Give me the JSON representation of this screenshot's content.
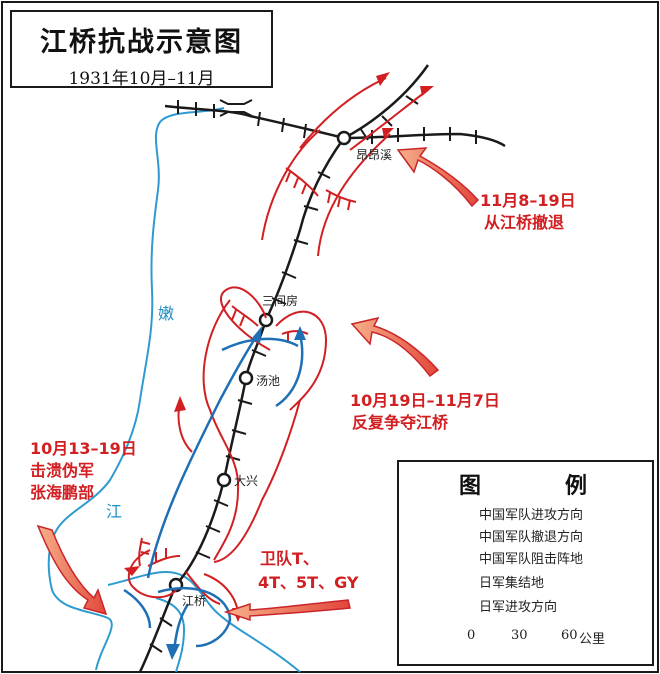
{
  "title": {
    "main": "江桥抗战示意图",
    "subtitle": "1931年10月–11月"
  },
  "places": {
    "angangxi": "昂昂溪",
    "sanjianfang": "三间房",
    "tangchi": "汤池",
    "daxing": "大兴",
    "jiangqiao": "江桥"
  },
  "river": {
    "name_part1": "嫩",
    "name_part2": "江"
  },
  "annotations": {
    "retreat_date": "11月8–19日",
    "retreat_text": "从江桥撤退",
    "contest_date": "10月19日–11月7日",
    "contest_text": "反复争夺江桥",
    "rout_date": "10月13–19日",
    "rout_line1": "击溃伪军",
    "rout_line2": "张海鹏部",
    "guard_line1": "卫队T、",
    "guard_line2": "4T、5T、GY"
  },
  "legend": {
    "char1": "图",
    "char2": "例",
    "items": [
      "中国军队进攻方向",
      "中国军队撤退方向",
      "中国军队阻击阵地",
      "日军集结地",
      "日军进攻方向"
    ],
    "scale": {
      "ticks": [
        "0",
        "30",
        "60"
      ],
      "unit": "公里"
    }
  },
  "colors": {
    "chinese": "#d21f22",
    "japanese": "#1f6fb5",
    "river": "#2e9bd0",
    "rail": "#1a1a1a"
  }
}
